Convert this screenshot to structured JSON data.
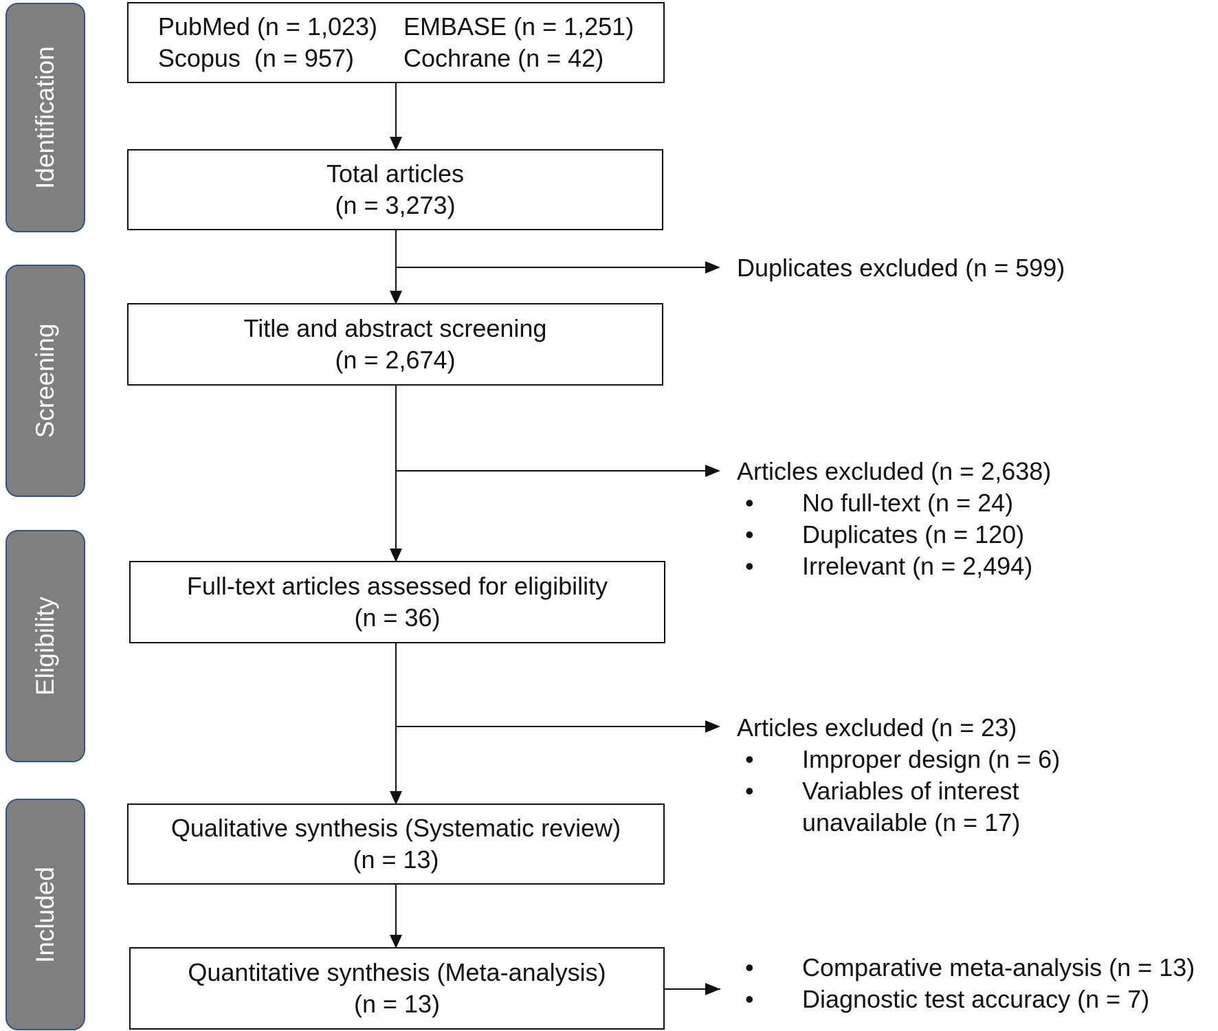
{
  "stages": [
    "Identification",
    "Screening",
    "Eligibility",
    "Included"
  ],
  "sources": {
    "pubmed": "PubMed (n = 1,023)",
    "embase": "EMBASE (n = 1,251)",
    "scopus": "Scopus  (n = 957)",
    "cochrane": "Cochrane (n = 42)"
  },
  "boxes": {
    "total": {
      "line1": "Total articles",
      "line2": "(n = 3,273)"
    },
    "screening": {
      "line1": "Title and abstract screening",
      "line2": "(n = 2,674)"
    },
    "fulltext": {
      "line1": "Full-text articles assessed for eligibility",
      "line2": "(n = 36)"
    },
    "qualitative": {
      "line1": "Qualitative synthesis (Systematic review)",
      "line2": "(n = 13)"
    },
    "quantitative": {
      "line1": "Quantitative synthesis (Meta-analysis)",
      "line2": "(n = 13)"
    }
  },
  "exclusions": {
    "duplicates": "Duplicates excluded (n = 599)",
    "screening": {
      "title": "Articles excluded (n = 2,638)",
      "items": [
        "No full-text (n = 24)",
        "Duplicates (n = 120)",
        "Irrelevant (n = 2,494)"
      ]
    },
    "eligibility": {
      "title": "Articles excluded (n = 23)",
      "items": [
        "Improper design (n = 6)",
        "Variables of interest",
        "unavailable (n = 17)"
      ]
    },
    "meta": {
      "items": [
        "Comparative meta-analysis (n = 13)",
        "Diagnostic test accuracy (n = 7)"
      ]
    }
  },
  "bullet_char": "•"
}
